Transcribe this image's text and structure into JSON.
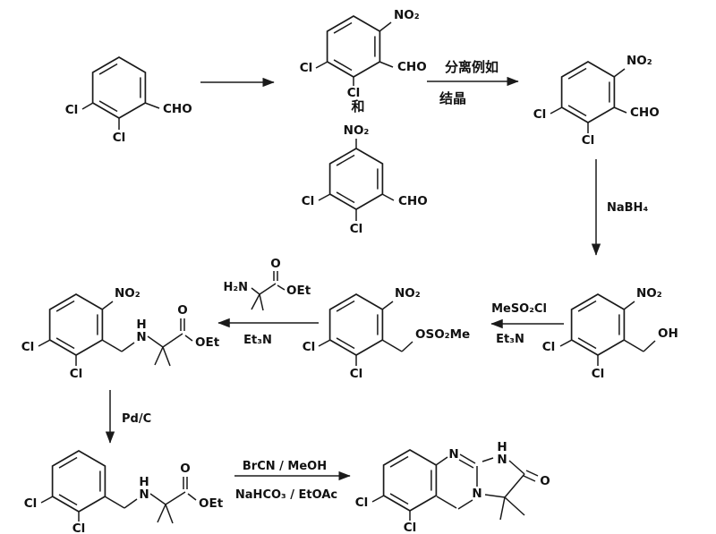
{
  "atoms": {
    "cl": "Cl",
    "no2": "NO₂",
    "cho": "CHO",
    "oh": "OH",
    "oso2me": "OSO₂Me",
    "oet": "OEt",
    "o": "O",
    "n": "N",
    "h": "H",
    "h2n": "H₂N"
  },
  "reagents": {
    "separation_line1": "分离例如",
    "separation_line2": "结晶",
    "and": "和",
    "nabh4": "NaBH₄",
    "meso2cl": "MeSO₂Cl",
    "et3n": "Et₃N",
    "pdc": "Pd/C",
    "brcn_meoh": "BrCN / MeOH",
    "nahco3_etoac": "NaHCO₃ / EtOAc"
  }
}
